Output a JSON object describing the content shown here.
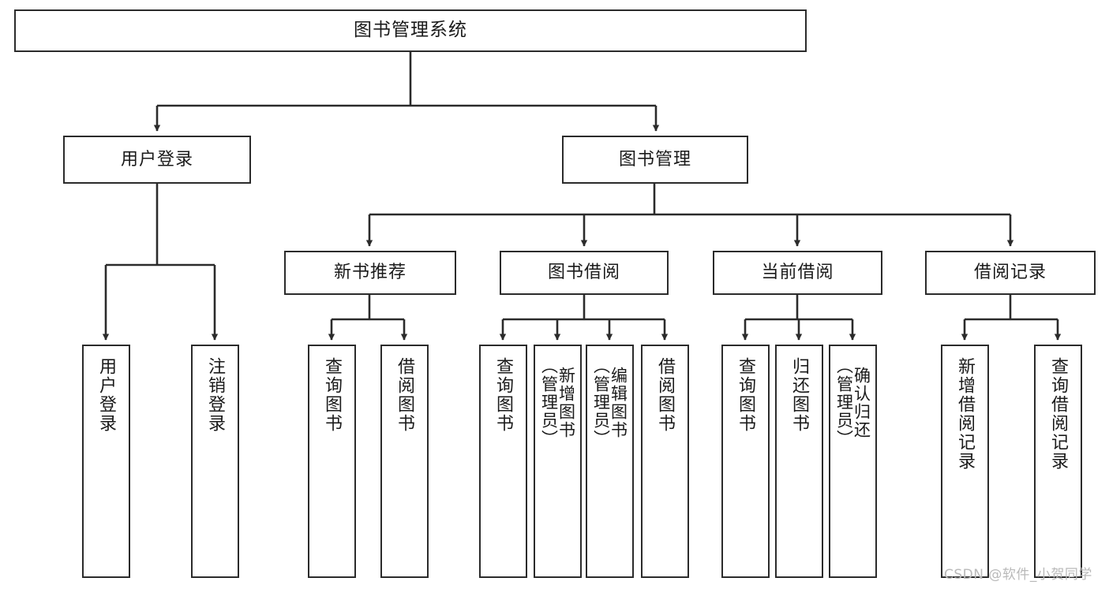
{
  "diagram": {
    "title": "图书管理系统",
    "type": "hierarchy-tree",
    "watermark": "CSDN @软件_小贺同学",
    "colors": {
      "stroke": "#2b2b2b",
      "fill": "#ffffff",
      "text": "#1a1a1a",
      "watermark": "#b9b9b9"
    },
    "root": {
      "label": "图书管理系统"
    },
    "level1": [
      {
        "label": "用户登录"
      },
      {
        "label": "图书管理"
      }
    ],
    "level2": [
      {
        "label": "新书推荐"
      },
      {
        "label": "图书借阅"
      },
      {
        "label": "当前借阅"
      },
      {
        "label": "借阅记录"
      }
    ],
    "leaves": {
      "user_login": [
        {
          "label": "用户登录"
        },
        {
          "label": "注销登录"
        }
      ],
      "new_book_recommend": [
        {
          "label": "查询图书"
        },
        {
          "label": "借阅图书"
        }
      ],
      "book_borrow": [
        {
          "label": "查询图书"
        },
        {
          "label": "新增图书\n（管理员）"
        },
        {
          "label": "编辑图书\n（管理员）"
        },
        {
          "label": "借阅图书"
        }
      ],
      "current_borrow": [
        {
          "label": "查询图书"
        },
        {
          "label": "归还图书"
        },
        {
          "label": "确认归还\n（管理员）"
        }
      ],
      "borrow_records": [
        {
          "label": "新增借阅记录"
        },
        {
          "label": "查询借阅记录"
        }
      ]
    }
  }
}
